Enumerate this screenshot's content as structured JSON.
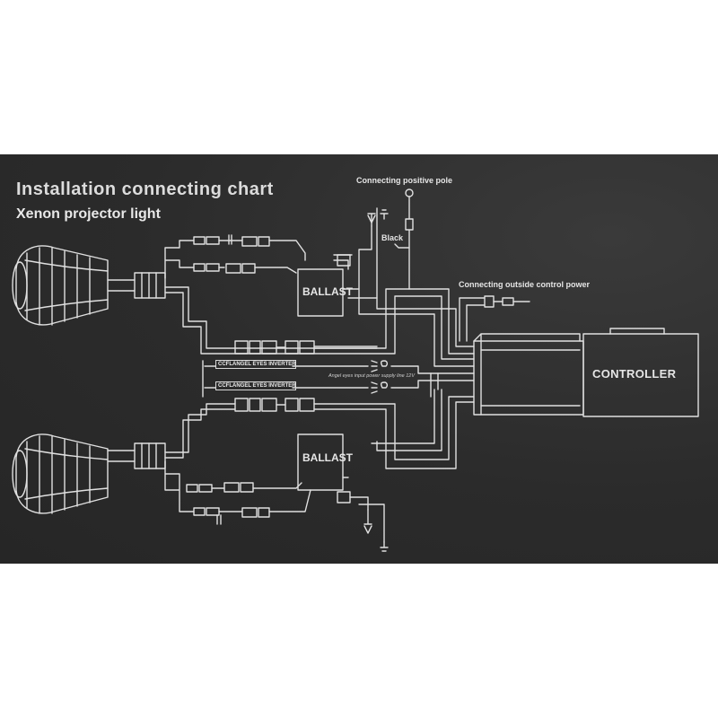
{
  "title": "Installation connecting chart",
  "subtitle": "Xenon projector light",
  "labels": {
    "connecting_positive_pole": "Connecting positive pole",
    "black": "Black",
    "connecting_outside_control_power": "Connecting outside control power",
    "angel_eyes_supply": "Angel eyes input power supply line 12V",
    "controller": "CONTROLLER"
  },
  "ballast_label": "BALLAST",
  "inverter_label": "CCFLANGEL EYES INVERTER",
  "colors": {
    "background": "#2b2b2b",
    "line": "#e0e0e0",
    "outer": "#ffffff"
  }
}
